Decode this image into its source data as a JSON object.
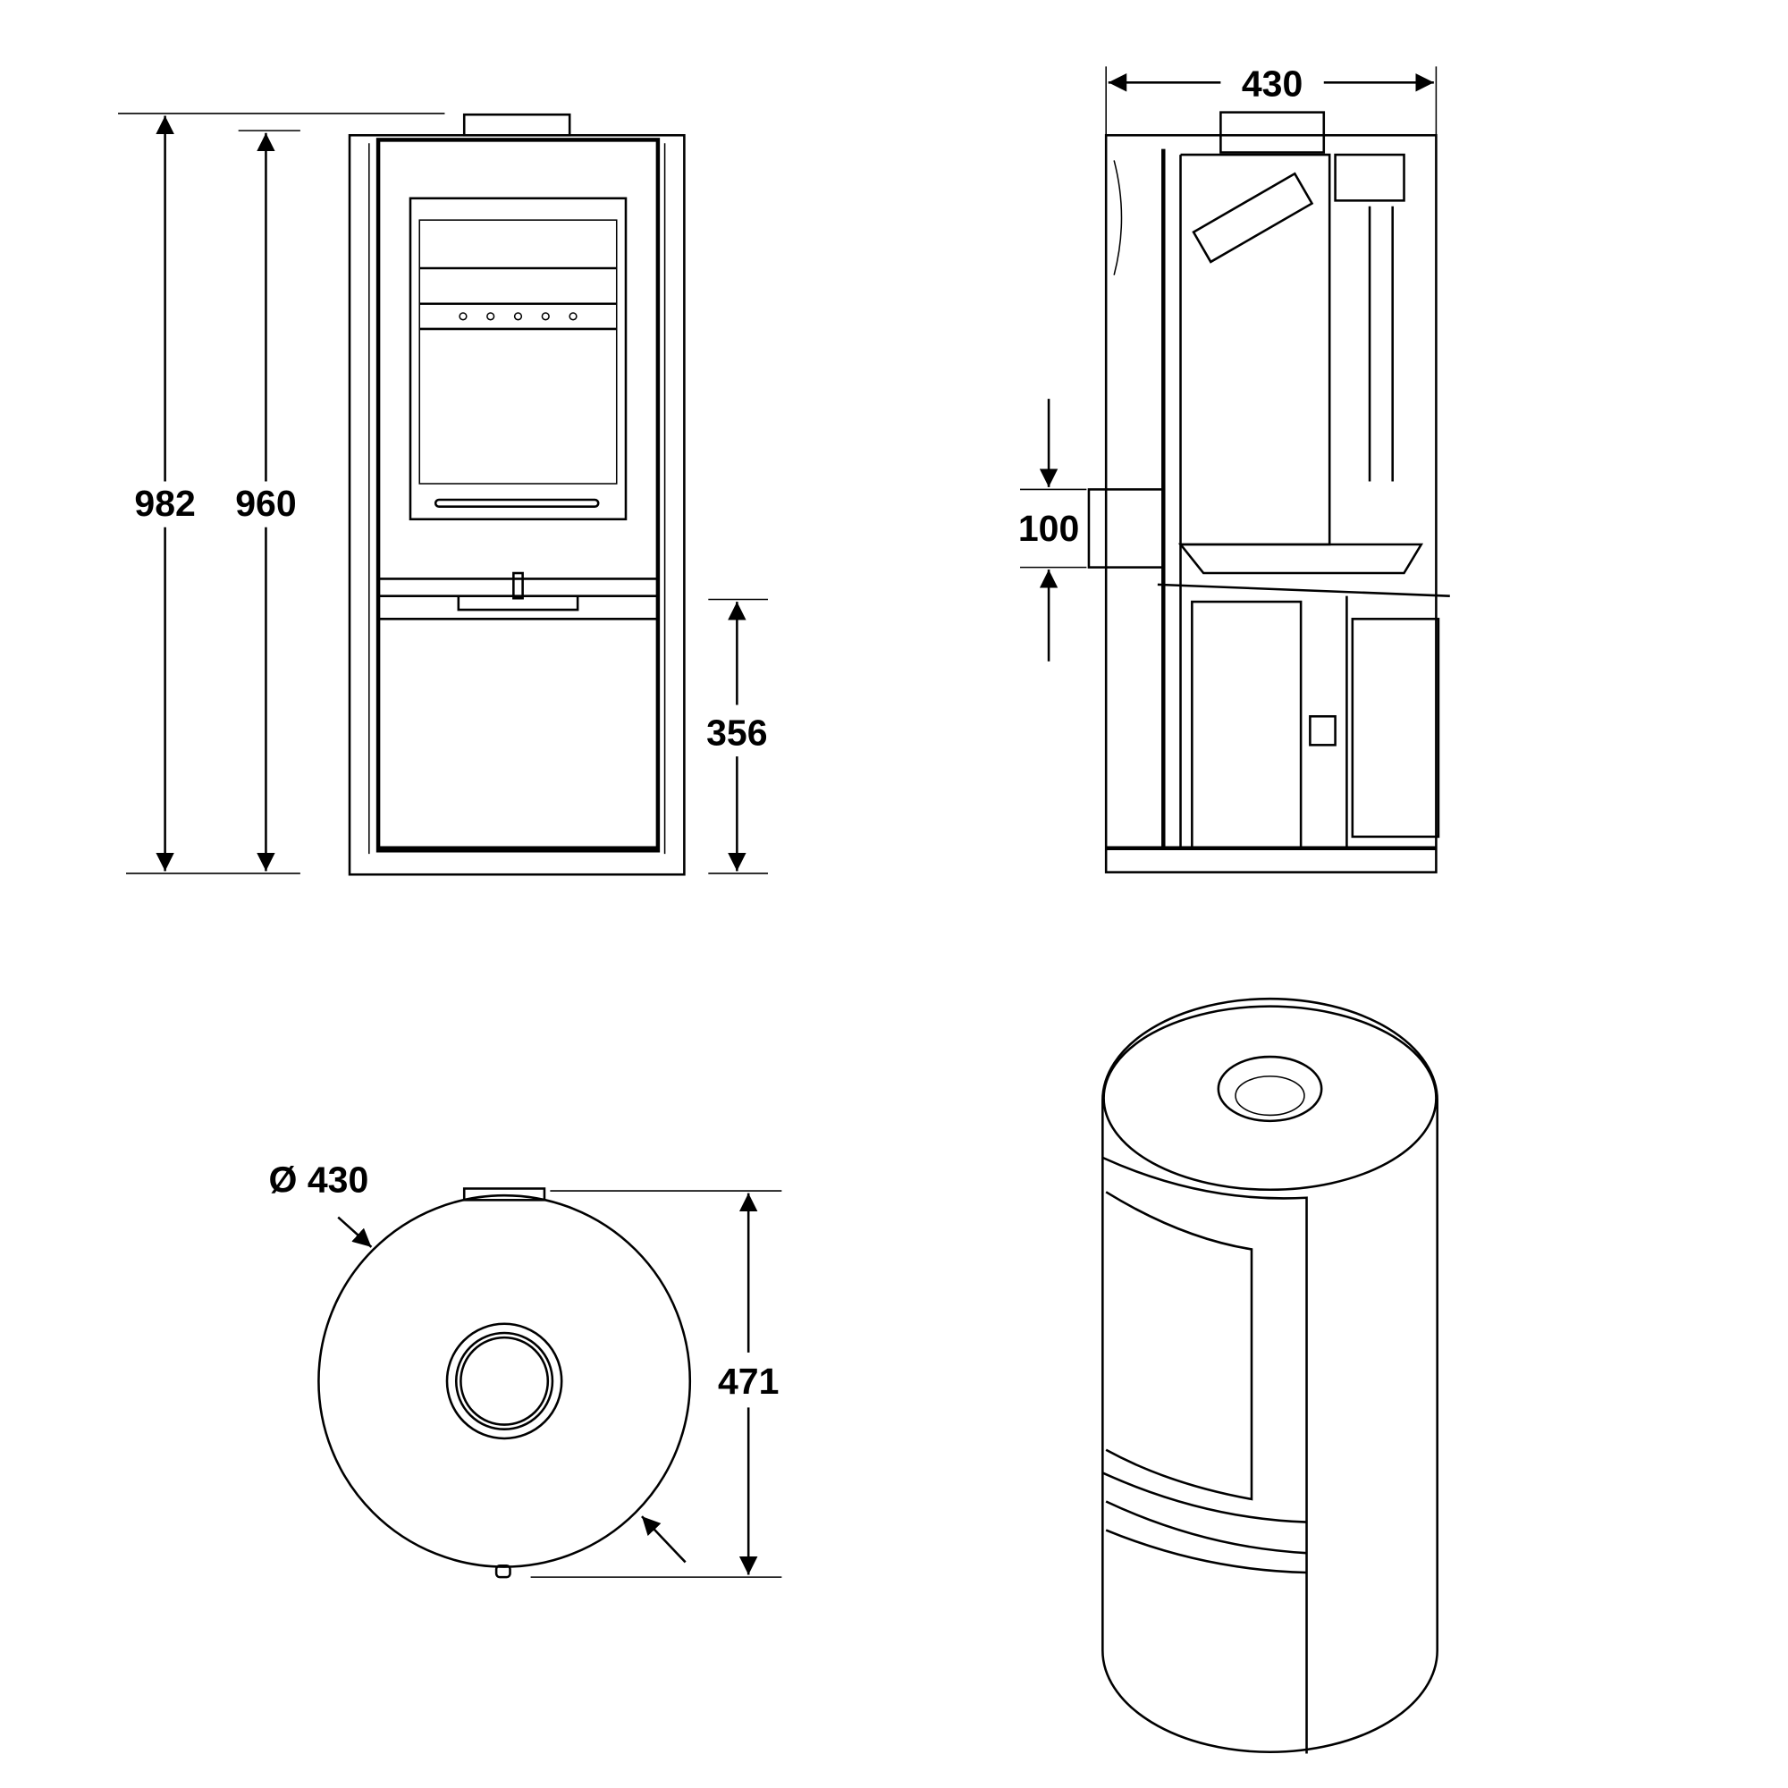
{
  "dimensions": {
    "front_total_height": "982",
    "front_body_height": "960",
    "front_lower_height": "356",
    "side_width": "430",
    "side_outlet_height": "100",
    "top_diameter": "Ø 430",
    "top_depth": "471"
  },
  "colors": {
    "line": "#000000",
    "background": "#ffffff"
  }
}
